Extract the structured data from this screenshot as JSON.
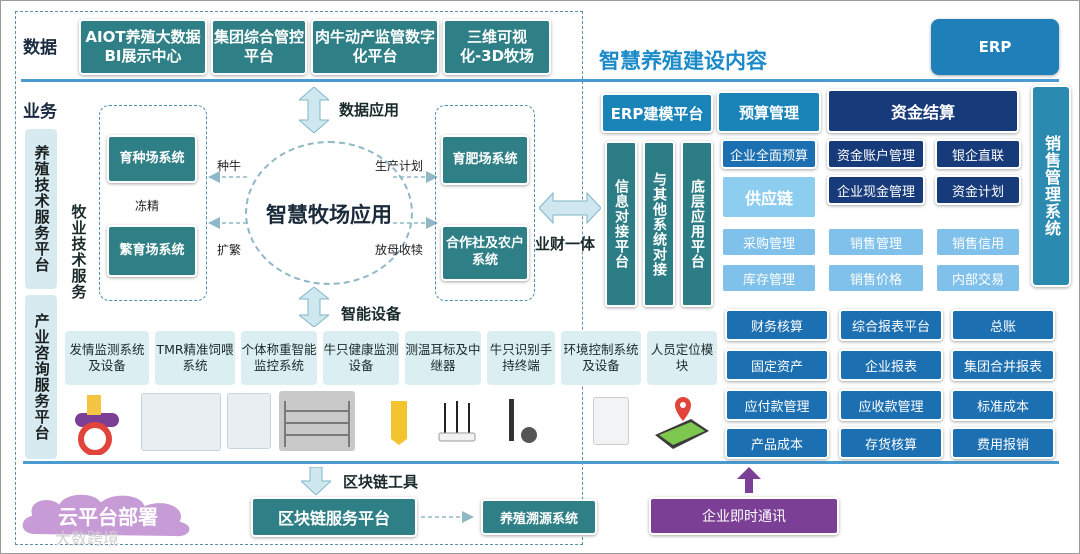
{
  "sections": {
    "data": "数据",
    "business": "业务",
    "erp_title": "智慧养殖建设内容",
    "erp_badge": "ERP"
  },
  "top_boxes": [
    "AIOT养殖大数据BI展示中心",
    "集团综合管控平台",
    "肉牛动产监管数字化平台",
    "三维可视化-3D牧场"
  ],
  "arrows": {
    "data_app": "数据应用",
    "smart_device": "智能设备",
    "blockchain_tool": "区块链工具",
    "biz_fin": "业财一体"
  },
  "left_columns": {
    "col1": "养殖技术服务平台",
    "col2": "牧业技术服务",
    "col3": "产业咨询服务平台"
  },
  "center": {
    "title": "智慧牧场应用",
    "left_boxes": [
      "育种场系统",
      "繁育场系统"
    ],
    "right_boxes": [
      "育肥场系统",
      "合作社及农户系统"
    ],
    "labels": {
      "seed_cattle": "种牛",
      "frozen_semen": "冻精",
      "expand": "扩繁",
      "prod_plan": "生产计划",
      "cow_calf": "放母收犊"
    }
  },
  "devices": [
    "发情监测系统及设备",
    "TMR精准饲喂系统",
    "个体称重智能监控系统",
    "牛只健康监测设备",
    "测温耳标及中继器",
    "牛只识别手持终端",
    "环境控制系统及设备",
    "人员定位模块"
  ],
  "device_icons": [
    "ear-tag-icon",
    "tmr-feeding-icon",
    "weighing-scale-icon",
    "cattle-pen-icon",
    "yellow-ear-tag-icon",
    "wifi-router-icon",
    "handheld-scanner-icon",
    "sensor-box-icon",
    "location-map-icon"
  ],
  "erp": {
    "platform": "ERP建模平台",
    "vertical": [
      "信息对接平台",
      "与其他系统对接",
      "底层应用平台"
    ],
    "budget": "预算管理",
    "fund": "资金结算",
    "sales": "销售管理系统",
    "row1": [
      "企业全面预算",
      "资金账户管理",
      "银企直联"
    ],
    "supply": "供应链",
    "row2": [
      "企业现金管理",
      "资金计划"
    ],
    "row3": [
      "采购管理",
      "销售管理",
      "销售信用"
    ],
    "row4": [
      "库存管理",
      "销售价格",
      "内部交易"
    ],
    "finance": [
      [
        "财务核算",
        "综合报表平台",
        "总账"
      ],
      [
        "固定资产",
        "企业报表",
        "集团合并报表"
      ],
      [
        "应付款管理",
        "应收款管理",
        "标准成本"
      ],
      [
        "产品成本",
        "存货核算",
        "费用报销"
      ]
    ],
    "im": "企业即时通讯"
  },
  "bottom": {
    "cloud": "云平台部署",
    "chain_platform": "区块链服务平台",
    "trace": "养殖溯源系统",
    "watermark": "大数跨境"
  },
  "colors": {
    "teal": "#2e7f86",
    "blue": "#1c6fb0",
    "navy": "#173a7a",
    "light_blue": "#7fc1ea",
    "purple": "#7b3f96",
    "cloud": "#c79bd6"
  }
}
